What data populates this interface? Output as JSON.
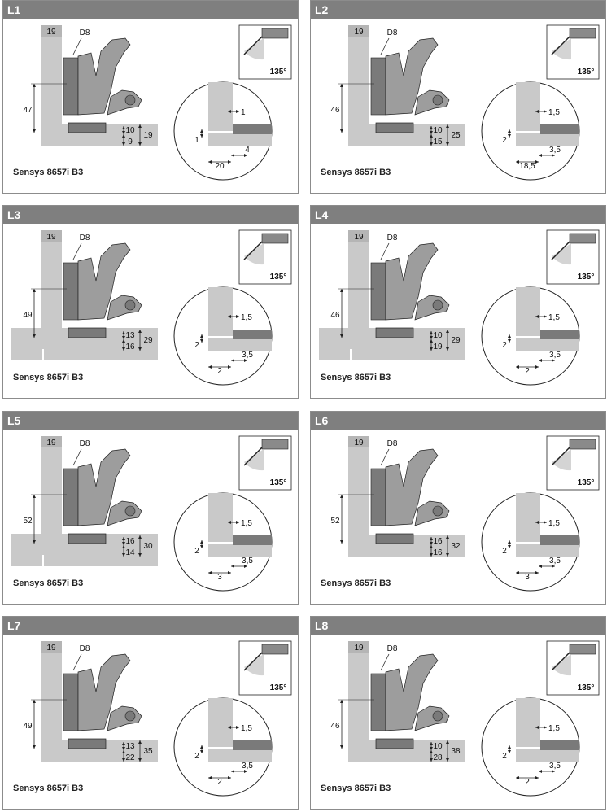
{
  "panels": [
    {
      "id": "L1",
      "model": "Sensys 8657i B3",
      "angle": "135°",
      "drill": "D8",
      "offset": "19",
      "height": "47",
      "stack": [
        "10",
        "9"
      ],
      "total": "19",
      "detail": {
        "top": "1",
        "left": "1",
        "bottom": [
          "20",
          "4"
        ]
      },
      "base_style": "plain"
    },
    {
      "id": "L2",
      "model": "Sensys 8657i B3",
      "angle": "135°",
      "drill": "D8",
      "offset": "19",
      "height": "46",
      "stack": [
        "10",
        "15"
      ],
      "total": "25",
      "detail": {
        "top": "1,5",
        "left": "2",
        "bottom": [
          "18,5",
          "3,5"
        ]
      },
      "base_style": "plain"
    },
    {
      "id": "L3",
      "model": "Sensys 8657i B3",
      "angle": "135°",
      "drill": "D8",
      "offset": "19",
      "height": "49",
      "stack": [
        "13",
        "16"
      ],
      "total": "29",
      "detail": {
        "top": "1,5",
        "left": "2",
        "bottom": [
          "2",
          "3,5"
        ]
      },
      "base_style": "notched"
    },
    {
      "id": "L4",
      "model": "Sensys 8657i B3",
      "angle": "135°",
      "drill": "D8",
      "offset": "19",
      "height": "46",
      "stack": [
        "10",
        "19"
      ],
      "total": "29",
      "detail": {
        "top": "1,5",
        "left": "2",
        "bottom": [
          "2",
          "3,5"
        ]
      },
      "base_style": "notched"
    },
    {
      "id": "L5",
      "model": "Sensys 8657i B3",
      "angle": "135°",
      "drill": "D8",
      "offset": "19",
      "height": "52",
      "stack": [
        "16",
        "14"
      ],
      "total": "30",
      "detail": {
        "top": "1,5",
        "left": "2",
        "bottom": [
          "3",
          "3,5"
        ]
      },
      "base_style": "notched"
    },
    {
      "id": "L6",
      "model": "Sensys 8657i B3",
      "angle": "135°",
      "drill": "D8",
      "offset": "19",
      "height": "52",
      "stack": [
        "16",
        "16"
      ],
      "total": "32",
      "detail": {
        "top": "1,5",
        "left": "2",
        "bottom": [
          "3",
          "3,5"
        ]
      },
      "base_style": "plain"
    },
    {
      "id": "L7",
      "model": "Sensys 8657i B3",
      "angle": "135°",
      "drill": "D8",
      "offset": "19",
      "height": "49",
      "stack": [
        "13",
        "22"
      ],
      "total": "35",
      "detail": {
        "top": "1,5",
        "left": "2",
        "bottom": [
          "2",
          "3,5"
        ]
      },
      "base_style": "plain"
    },
    {
      "id": "L8",
      "model": "Sensys 8657i B3",
      "angle": "135°",
      "drill": "D8",
      "offset": "19",
      "height": "46",
      "stack": [
        "10",
        "28"
      ],
      "total": "38",
      "detail": {
        "top": "1,5",
        "left": "2",
        "bottom": [
          "2",
          "3,5"
        ]
      },
      "base_style": "plain"
    }
  ],
  "colors": {
    "header": "#7f7f7f",
    "wood": "#c9c9c9",
    "hinge_dark": "#7a7a7a",
    "hinge_mid": "#9d9d9d",
    "outline": "#222222",
    "door_dark": "#8a8a8a",
    "angle_fill": "#d4d4d4"
  }
}
